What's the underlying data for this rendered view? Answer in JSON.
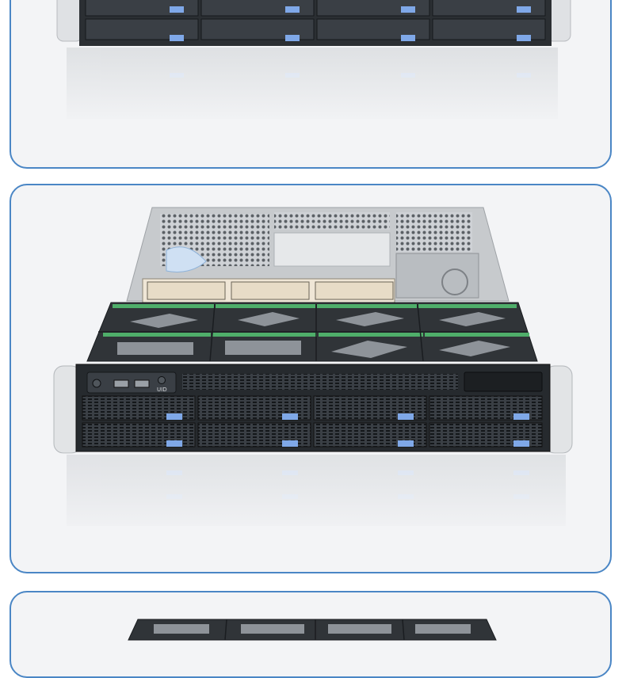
{
  "colors": {
    "page_bg": "#ffffff",
    "card_bg": "#f3f4f6",
    "card_border": "#4a86c5",
    "bay_tab": "#7fa8e8",
    "label_green": "#4fae6a",
    "chassis_dark": "#262a2e"
  },
  "front_panel": {
    "uid_label": "UID"
  },
  "images": [
    {
      "subject": "server-chassis-front-bays"
    },
    {
      "subject": "server-chassis-open-top"
    },
    {
      "subject": "server-chassis-top-cover"
    }
  ]
}
